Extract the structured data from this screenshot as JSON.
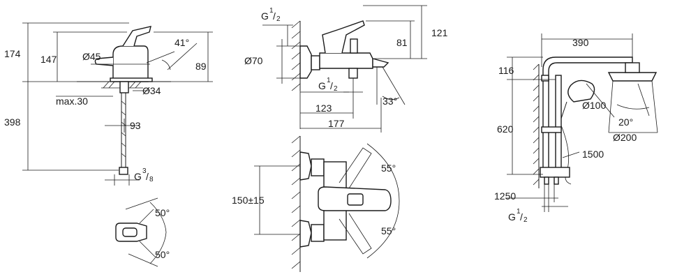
{
  "basin_mixer": {
    "h_total": "174",
    "h_spout": "147",
    "d_base": "Ø45",
    "angle_lever": "41°",
    "h_projection": "89",
    "d_hole": "Ø34",
    "max_deck": "max.30",
    "h_below": "398",
    "reach": "93",
    "connection": "G",
    "connection_sup": "3",
    "connection_sub": "8"
  },
  "basin_top_view": {
    "angle_a": "50°",
    "angle_b": "50°"
  },
  "bath_mixer": {
    "connection": "G",
    "connection_sup": "1",
    "connection_sub": "2",
    "h_total": "121",
    "h_body": "81",
    "d_flange": "Ø70",
    "spout_connection": "G",
    "spout_sup": "1",
    "spout_sub": "2",
    "angle_spout": "33°",
    "d_123": "123",
    "d_177": "177"
  },
  "bath_front_view": {
    "centers": "150±15",
    "angle_up": "55°",
    "angle_down": "55°"
  },
  "shower_system": {
    "reach": "390",
    "d_116": "116",
    "d_620": "620",
    "d_hand": "Ø100",
    "angle_head": "20°",
    "d_head": "Ø200",
    "hose": "1500",
    "d_1250": "1250",
    "connection": "G",
    "connection_sup": "1",
    "connection_sub": "2"
  }
}
